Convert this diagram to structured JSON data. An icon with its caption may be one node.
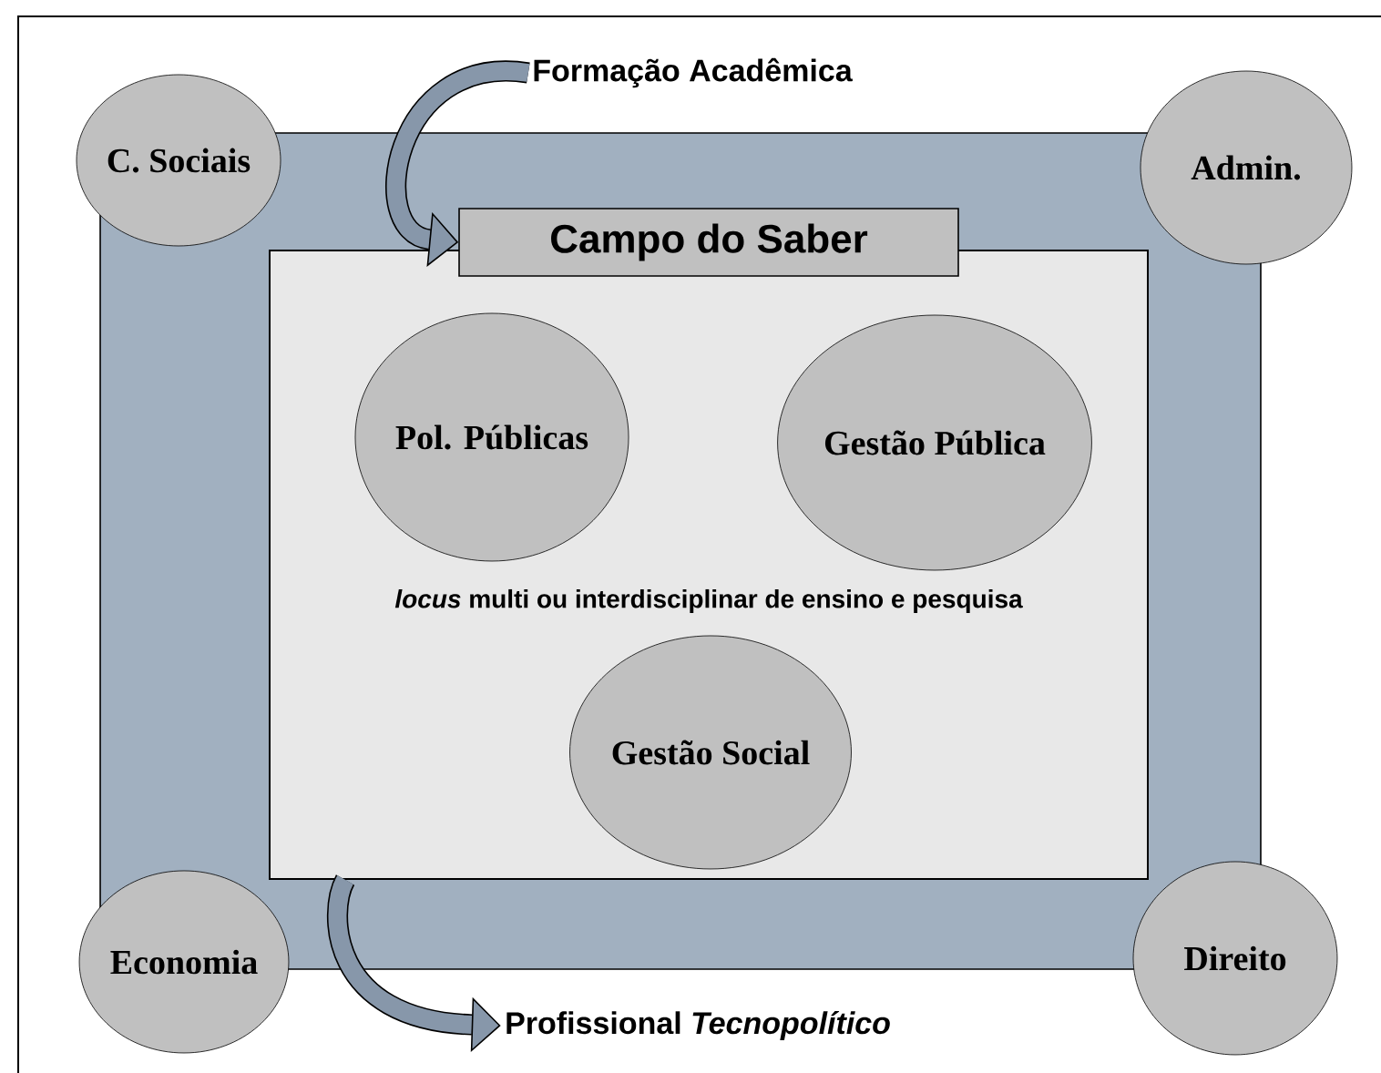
{
  "diagram": {
    "nodes": [
      {
        "text": [],
        "shape": "box"
      },
      {
        "text": [
          "C. Sociais"
        ]
      },
      {
        "text": [
          "Admin."
        ]
      },
      {
        "text": [
          "*locus* multi ou interdisciplinar de ensino e pesquisa"
        ],
        "in": 0
      },
      {
        "text": [
          "Campo do Saber"
        ],
        "in": 0
      },
      {
        "text": [
          "Pol. Públicas"
        ],
        "in": 3
      },
      {
        "text": [
          "Gestão Pública"
        ],
        "in": 3
      },
      {
        "text": [
          "Gestão Social"
        ],
        "in": 3
      },
      {
        "text": [
          "Economia"
        ]
      },
      {
        "text": [
          "Direito"
        ]
      },
      {
        "text": [
          "Formação Acadêmica"
        ]
      },
      {
        "text": [
          "Profissional *Tecnopolítico*"
        ]
      }
    ],
    "edges": [
      {
        "from": 10,
        "to": 4,
        "arrow": "to"
      },
      {
        "from": 3,
        "to": 11,
        "arrow": "to"
      }
    ]
  }
}
